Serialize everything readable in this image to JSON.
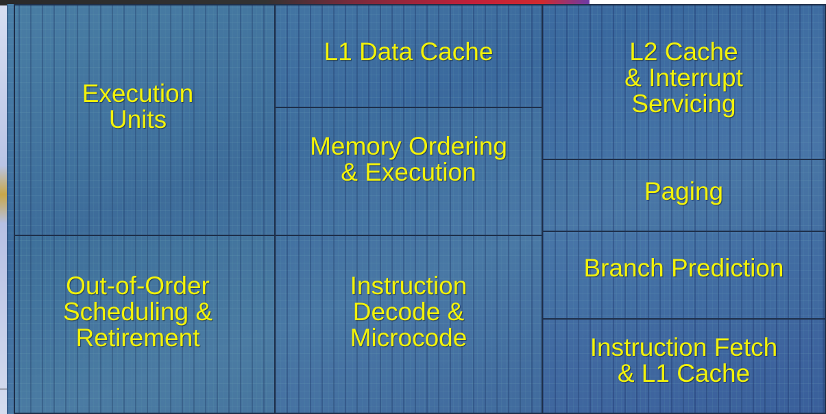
{
  "die_map": {
    "blocks": [
      {
        "id": "execution-units",
        "label": "Execution\nUnits"
      },
      {
        "id": "l1-data-cache",
        "label": "L1 Data Cache"
      },
      {
        "id": "memory-ordering",
        "label": "Memory Ordering\n& Execution"
      },
      {
        "id": "l2-cache",
        "label": "L2 Cache\n& Interrupt\nServicing"
      },
      {
        "id": "paging",
        "label": "Paging"
      },
      {
        "id": "branch-prediction",
        "label": "Branch Prediction"
      },
      {
        "id": "instruction-fetch",
        "label": "Instruction Fetch\n& L1 Cache"
      },
      {
        "id": "out-of-order",
        "label": "Out-of-Order\nScheduling &\nRetirement"
      },
      {
        "id": "instruction-decode",
        "label": "Instruction\nDecode &\nMicrocode"
      }
    ]
  },
  "colors": {
    "label": "#f2f20a",
    "die_base": "#3f6f9f",
    "block_border": "#1e2f4a"
  }
}
